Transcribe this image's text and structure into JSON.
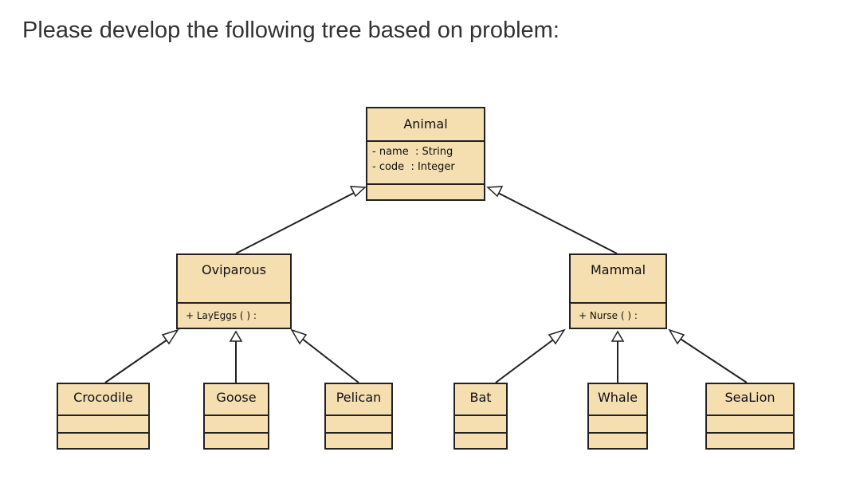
{
  "heading": "Please develop the following tree based on problem:",
  "classes": {
    "animal": {
      "name": "Animal",
      "attrs": [
        "- name  : String",
        "- code  : Integer"
      ]
    },
    "oviparous": {
      "name": "Oviparous",
      "op": "+ LayEggs ( ) :"
    },
    "mammal": {
      "name": "Mammal",
      "op": "+ Nurse ( ) :"
    },
    "crocodile": {
      "name": "Crocodile"
    },
    "goose": {
      "name": "Goose"
    },
    "pelican": {
      "name": "Pelican"
    },
    "bat": {
      "name": "Bat"
    },
    "whale": {
      "name": "Whale"
    },
    "sealion": {
      "name": "SeaLion"
    }
  },
  "colors": {
    "class_fill": "#f5deb0",
    "border": "#222222",
    "text": "#333333"
  }
}
